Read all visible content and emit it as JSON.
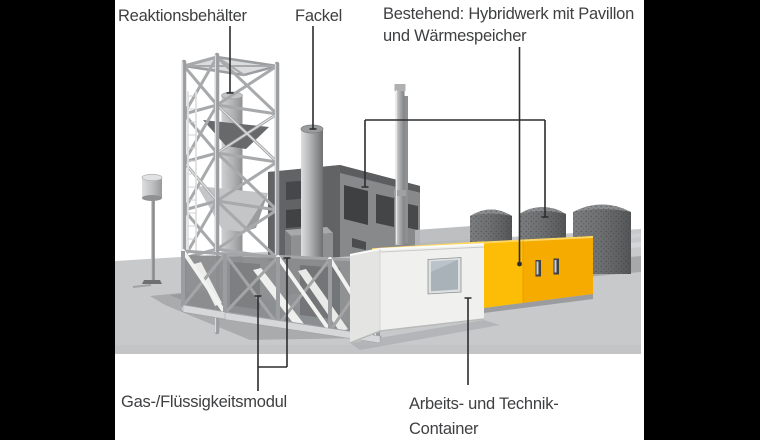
{
  "figure": {
    "description": "3D illustration of a pilot plant facility with five labelled parts",
    "labels": {
      "reaktionsbehaelter": "Reaktionsbehälter",
      "fackel": "Fackel",
      "bestehend_line1": "Bestehend: Hybridwerk mit Pavillon",
      "bestehend_line2": "und Wärmespeicher",
      "gasmodul": "Gas-/Flüssigkeitsmodul",
      "arbeits_line1": "Arbeits- und Technik-",
      "arbeits_line2": "Container"
    }
  },
  "colors": {
    "canvas_bg": "#FFFFFF",
    "bar_black": "#000000",
    "label_text": "#3E3F41",
    "leader_line": "#2C2D2F",
    "ground": "#C7C9CB",
    "yellow_front": "#F5AB00",
    "yellow_side": "#FDBC06",
    "yellow_trim": "#FFD75E",
    "container_front": "#F0F0EE",
    "container_side": "#E4E4E2",
    "building_front": "#87898B",
    "building_side": "#616365",
    "tank_gray": "#6F7173",
    "window_glass": "#A9B1B9"
  }
}
